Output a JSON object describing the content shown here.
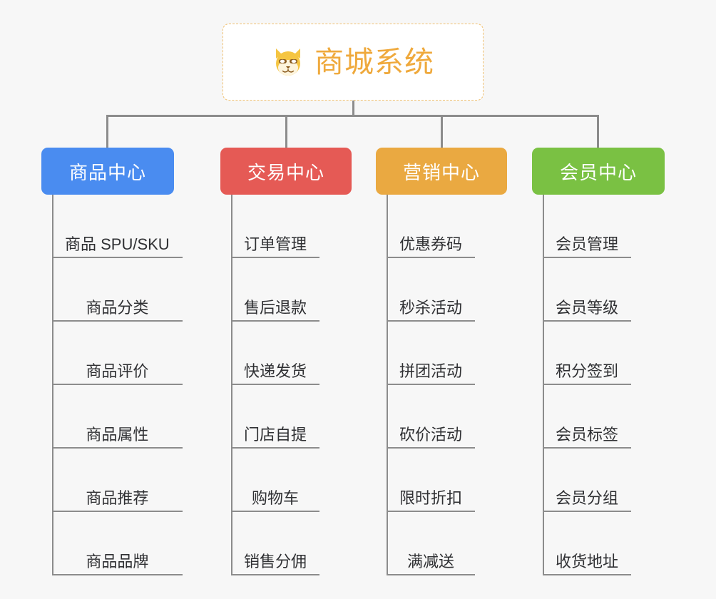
{
  "canvas": {
    "background": "#f7f7f7"
  },
  "root": {
    "label": "商城系统",
    "icon": "shiba-dog-icon",
    "text_color": "#efa93c",
    "border_color": "#f0c070",
    "background": "#ffffff"
  },
  "connector_color": "#8c8c8c",
  "branches": [
    {
      "label": "商品中心",
      "color": "#4a8cf0",
      "items": [
        "商品 SPU/SKU",
        "商品分类",
        "商品评价",
        "商品属性",
        "商品推荐",
        "商品品牌"
      ]
    },
    {
      "label": "交易中心",
      "color": "#e55a55",
      "items": [
        "订单管理",
        "售后退款",
        "快递发货",
        "门店自提",
        "购物车",
        "销售分佣"
      ]
    },
    {
      "label": "营销中心",
      "color": "#eaa941",
      "items": [
        "优惠券码",
        "秒杀活动",
        "拼团活动",
        "砍价活动",
        "限时折扣",
        "满减送"
      ]
    },
    {
      "label": "会员中心",
      "color": "#7ac143",
      "items": [
        "会员管理",
        "会员等级",
        "积分签到",
        "会员标签",
        "会员分组",
        "收货地址"
      ]
    }
  ]
}
